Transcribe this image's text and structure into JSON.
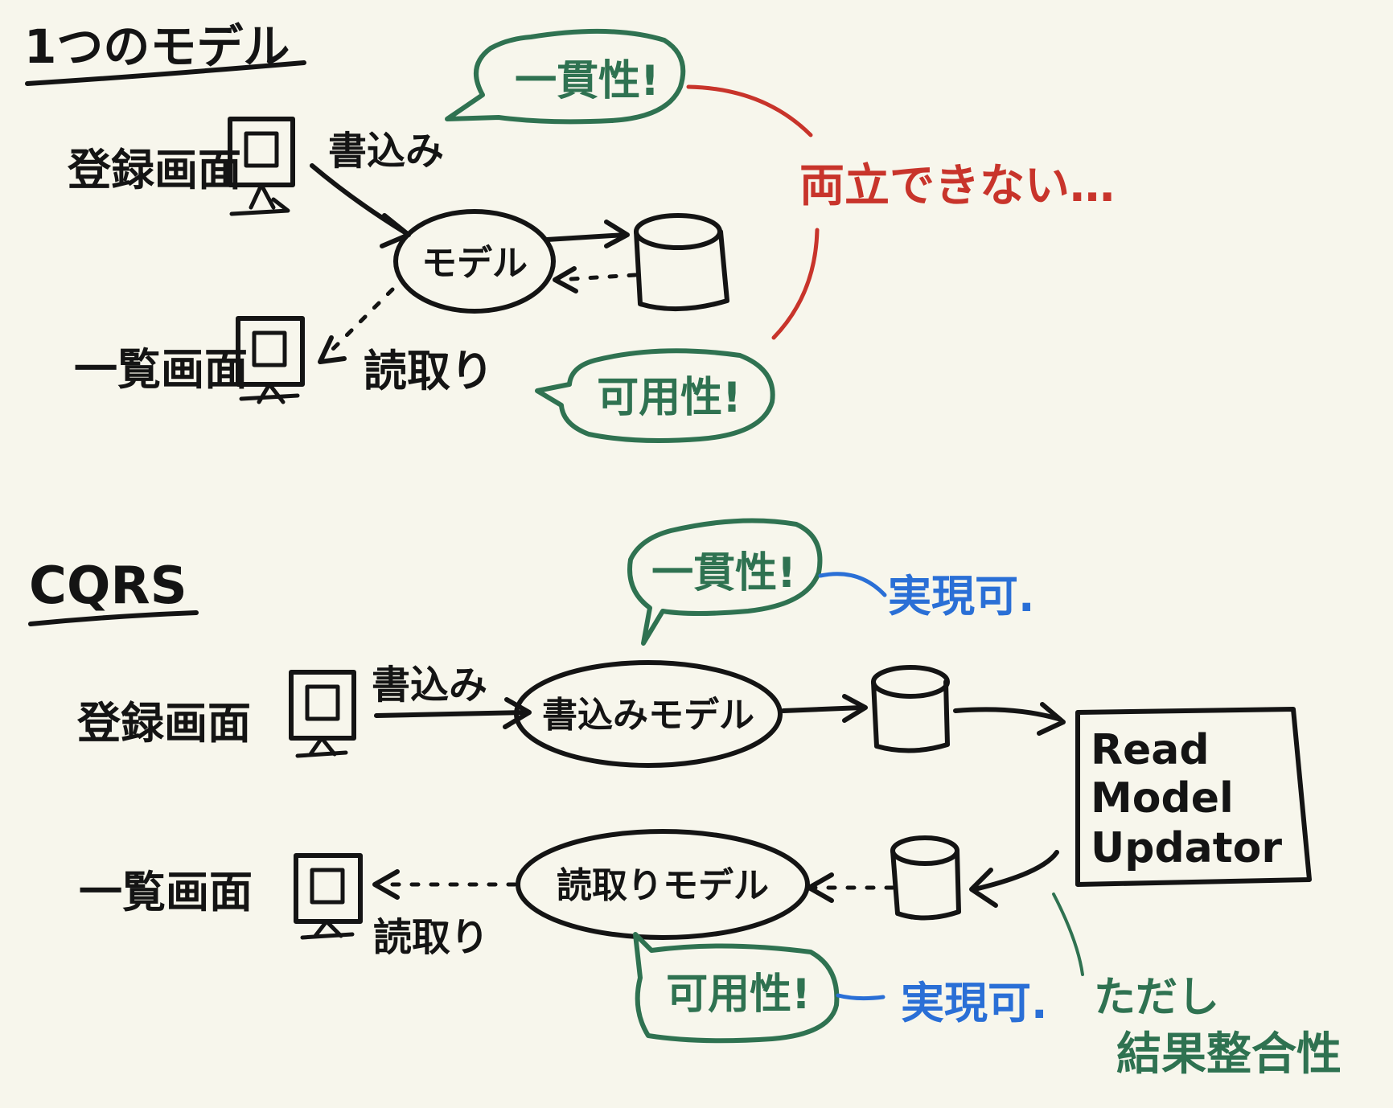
{
  "colors": {
    "background": "#f7f6ec",
    "ink": "#141414",
    "green": "#2f7251",
    "red": "#c8342b",
    "blue": "#2a6fd6"
  },
  "top": {
    "title": "1つのモデル",
    "register_screen": "登録画面",
    "list_screen": "一覧画面",
    "write": "書込み",
    "read": "読取り",
    "model": "モデル",
    "consistency": "一貫性!",
    "availability": "可用性!",
    "conflict": "両立できない…"
  },
  "cqrs": {
    "title": "CQRS",
    "register_screen": "登録画面",
    "list_screen": "一覧画面",
    "write": "書込み",
    "read": "読取り",
    "write_model": "書込みモデル",
    "read_model": "読取りモデル",
    "updater_line1": "Read",
    "updater_line2": "Model",
    "updater_line3": "Updator",
    "consistency": "一貫性!",
    "availability": "可用性!",
    "achievable_1": "実現可.",
    "achievable_2": "実現可.",
    "caveat_line1": "ただし",
    "caveat_line2": "結果整合性"
  }
}
